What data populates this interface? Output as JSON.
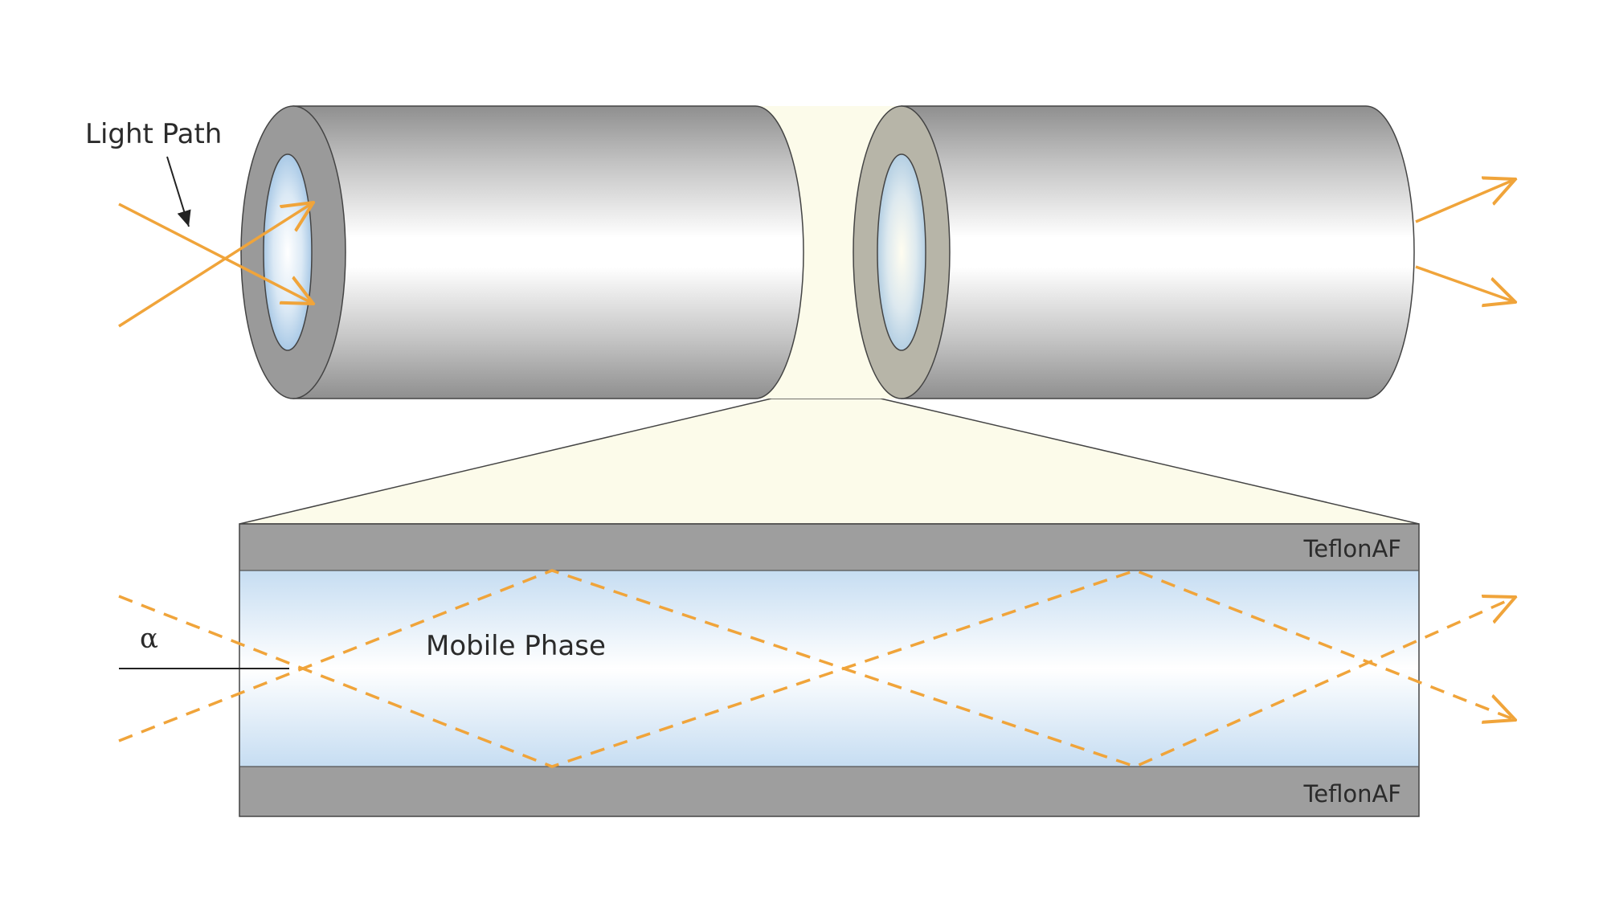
{
  "labels": {
    "light_path": "Light Path",
    "mobile_phase": "Mobile Phase",
    "teflon_top": "TeflonAF",
    "teflon_bottom": "TeflonAF",
    "alpha": "α"
  },
  "colors": {
    "light_ray": "#F0A43A",
    "cladding": "#9E9E9E",
    "mobile_phase_blue": "#C6DDF2",
    "gap_cream": "#FCFBEA",
    "label_text": "#2B2B2B"
  }
}
